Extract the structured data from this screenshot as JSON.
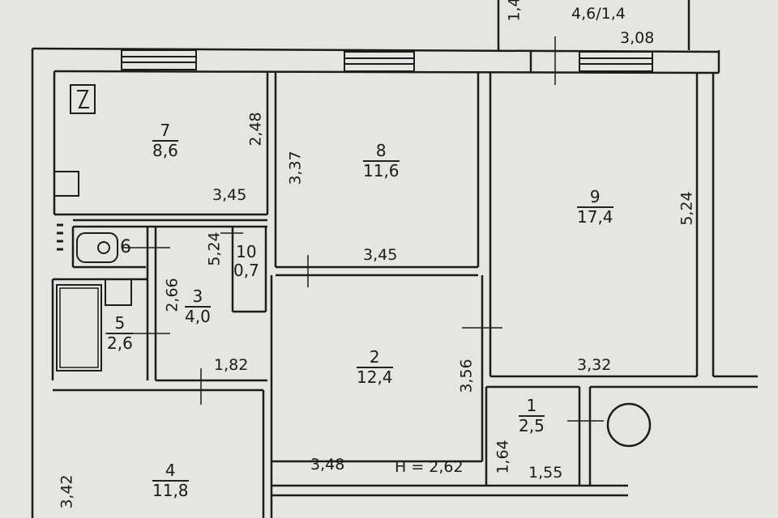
{
  "plan": {
    "ceiling_height": "H = 2,62",
    "balcony": {
      "area": "4,6/1,4",
      "width": "3,08",
      "depth": "1,4"
    },
    "rooms": [
      {
        "number": "1",
        "area": "2,5",
        "width": "1,55",
        "length": "1,64"
      },
      {
        "number": "2",
        "area": "12,4",
        "width": "3,48",
        "length": "3,56"
      },
      {
        "number": "3",
        "area": "4,0",
        "width": "1,82",
        "length": "2,66"
      },
      {
        "number": "4",
        "area": "11,8",
        "length": "3,42"
      },
      {
        "number": "5",
        "area": "2,6"
      },
      {
        "number": "6"
      },
      {
        "number": "7",
        "area": "8,6",
        "width": "3,45",
        "length": "2,48"
      },
      {
        "number": "8",
        "area": "11,6",
        "width": "3,45",
        "length": "3,37"
      },
      {
        "number": "9",
        "area": "17,4",
        "width": "3,32",
        "length": "5,24"
      },
      {
        "number": "10",
        "area": "0,7"
      }
    ],
    "corridor_length": "5,24"
  }
}
